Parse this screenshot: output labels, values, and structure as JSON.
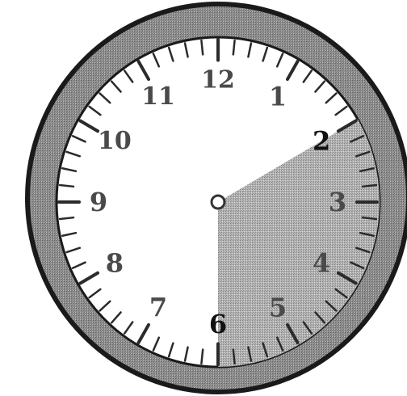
{
  "clock": {
    "numerals": [
      "12",
      "1",
      "2",
      "3",
      "4",
      "5",
      "6",
      "7",
      "8",
      "9",
      "10",
      "11"
    ],
    "shaded_sector": {
      "from_numeral": "2",
      "to_numeral": "6",
      "fraction_of_face": 0.3333
    },
    "minute_tick_count": 60,
    "colors": {
      "rim": "#8c8c8c",
      "face": "#ffffff",
      "shade": "#b9b9b9",
      "outline": "#1a1a1a",
      "ticks": "#2b2b2b"
    }
  }
}
